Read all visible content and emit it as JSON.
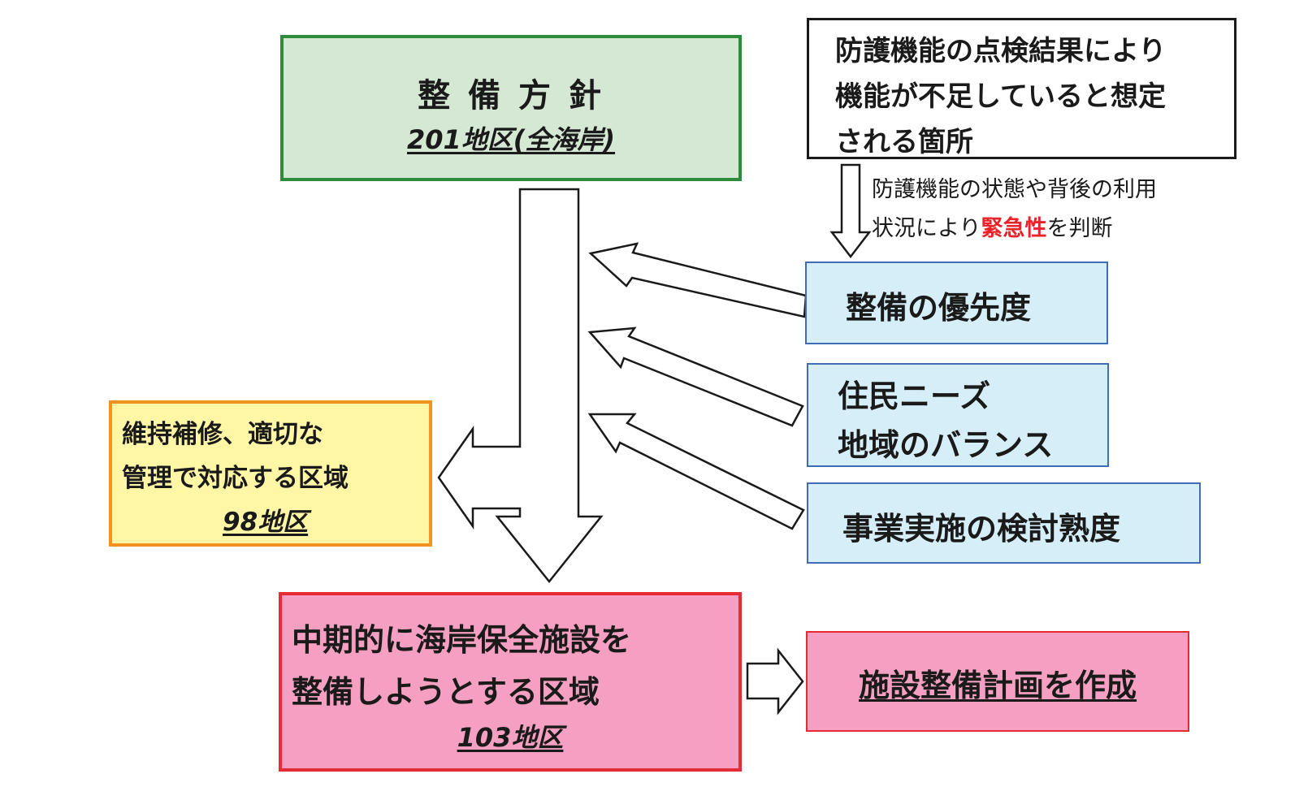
{
  "policy_box": {
    "title": "整 備 方 針",
    "subtitle": "201地区(全海岸)",
    "fill": "#d5e8d4",
    "border": "#2e8b3a"
  },
  "inspection_box": {
    "lines": [
      "防護機能の点検結果により",
      "機能が不足していると想定",
      "される箇所"
    ]
  },
  "urgency_note": {
    "line1": "防護機能の状態や背後の利用",
    "line2_prefix": "状況により",
    "line2_highlight": "緊急性",
    "line2_suffix": "を判断",
    "highlight_color": "#e8232a"
  },
  "priority_box": {
    "label": "整備の優先度",
    "fill": "#d6eef7",
    "border": "#3f6db5"
  },
  "needs_box": {
    "lines": [
      "住民ニーズ",
      "地域のバランス"
    ],
    "fill": "#d6eef7",
    "border": "#3f6db5"
  },
  "review_box": {
    "label": "事業実施の検討熟度",
    "fill": "#d6eef7",
    "border": "#3f6db5"
  },
  "maintenance_box": {
    "lines": [
      "維持補修、適切な",
      "管理で対応する区域"
    ],
    "count": "98地区",
    "fill": "#fff6a6",
    "border": "#f0941e"
  },
  "midterm_box": {
    "lines": [
      "中期的に海岸保全施設を",
      "整備しようとする区域"
    ],
    "count": "103地区",
    "fill": "#f5a0c2",
    "border": "#e62a36"
  },
  "plan_box": {
    "label": "施設整備計画を作成",
    "fill": "#f5a0c2",
    "border": "#e62a36"
  }
}
